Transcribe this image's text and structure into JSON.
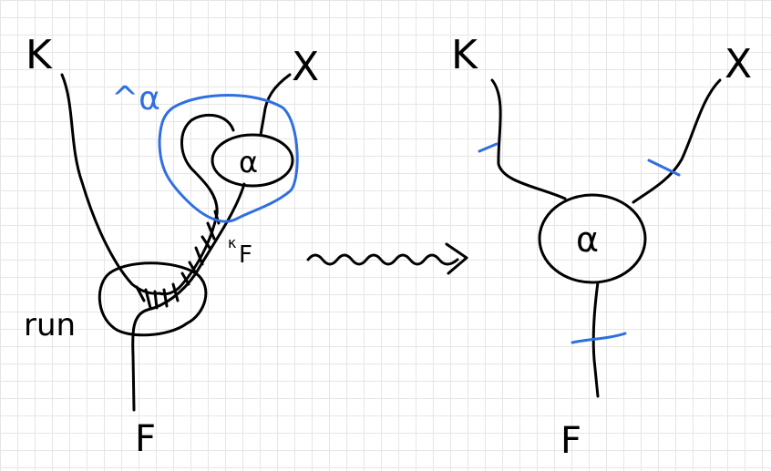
{
  "left_diagram": {
    "label_top_left": "K",
    "label_top_right": "X",
    "label_blue": "^α",
    "node_label": "α",
    "label_kappa": "κ",
    "label_kappa_sub": "F",
    "label_run": "run",
    "label_bottom": "F"
  },
  "arrow": {
    "style": "squiggle"
  },
  "right_diagram": {
    "label_top_left": "K",
    "label_top_right": "X",
    "node_label": "α",
    "label_bottom": "F"
  },
  "colors": {
    "ink": "#000000",
    "highlight": "#2f6fe0",
    "grid": "#e6e6e6"
  }
}
